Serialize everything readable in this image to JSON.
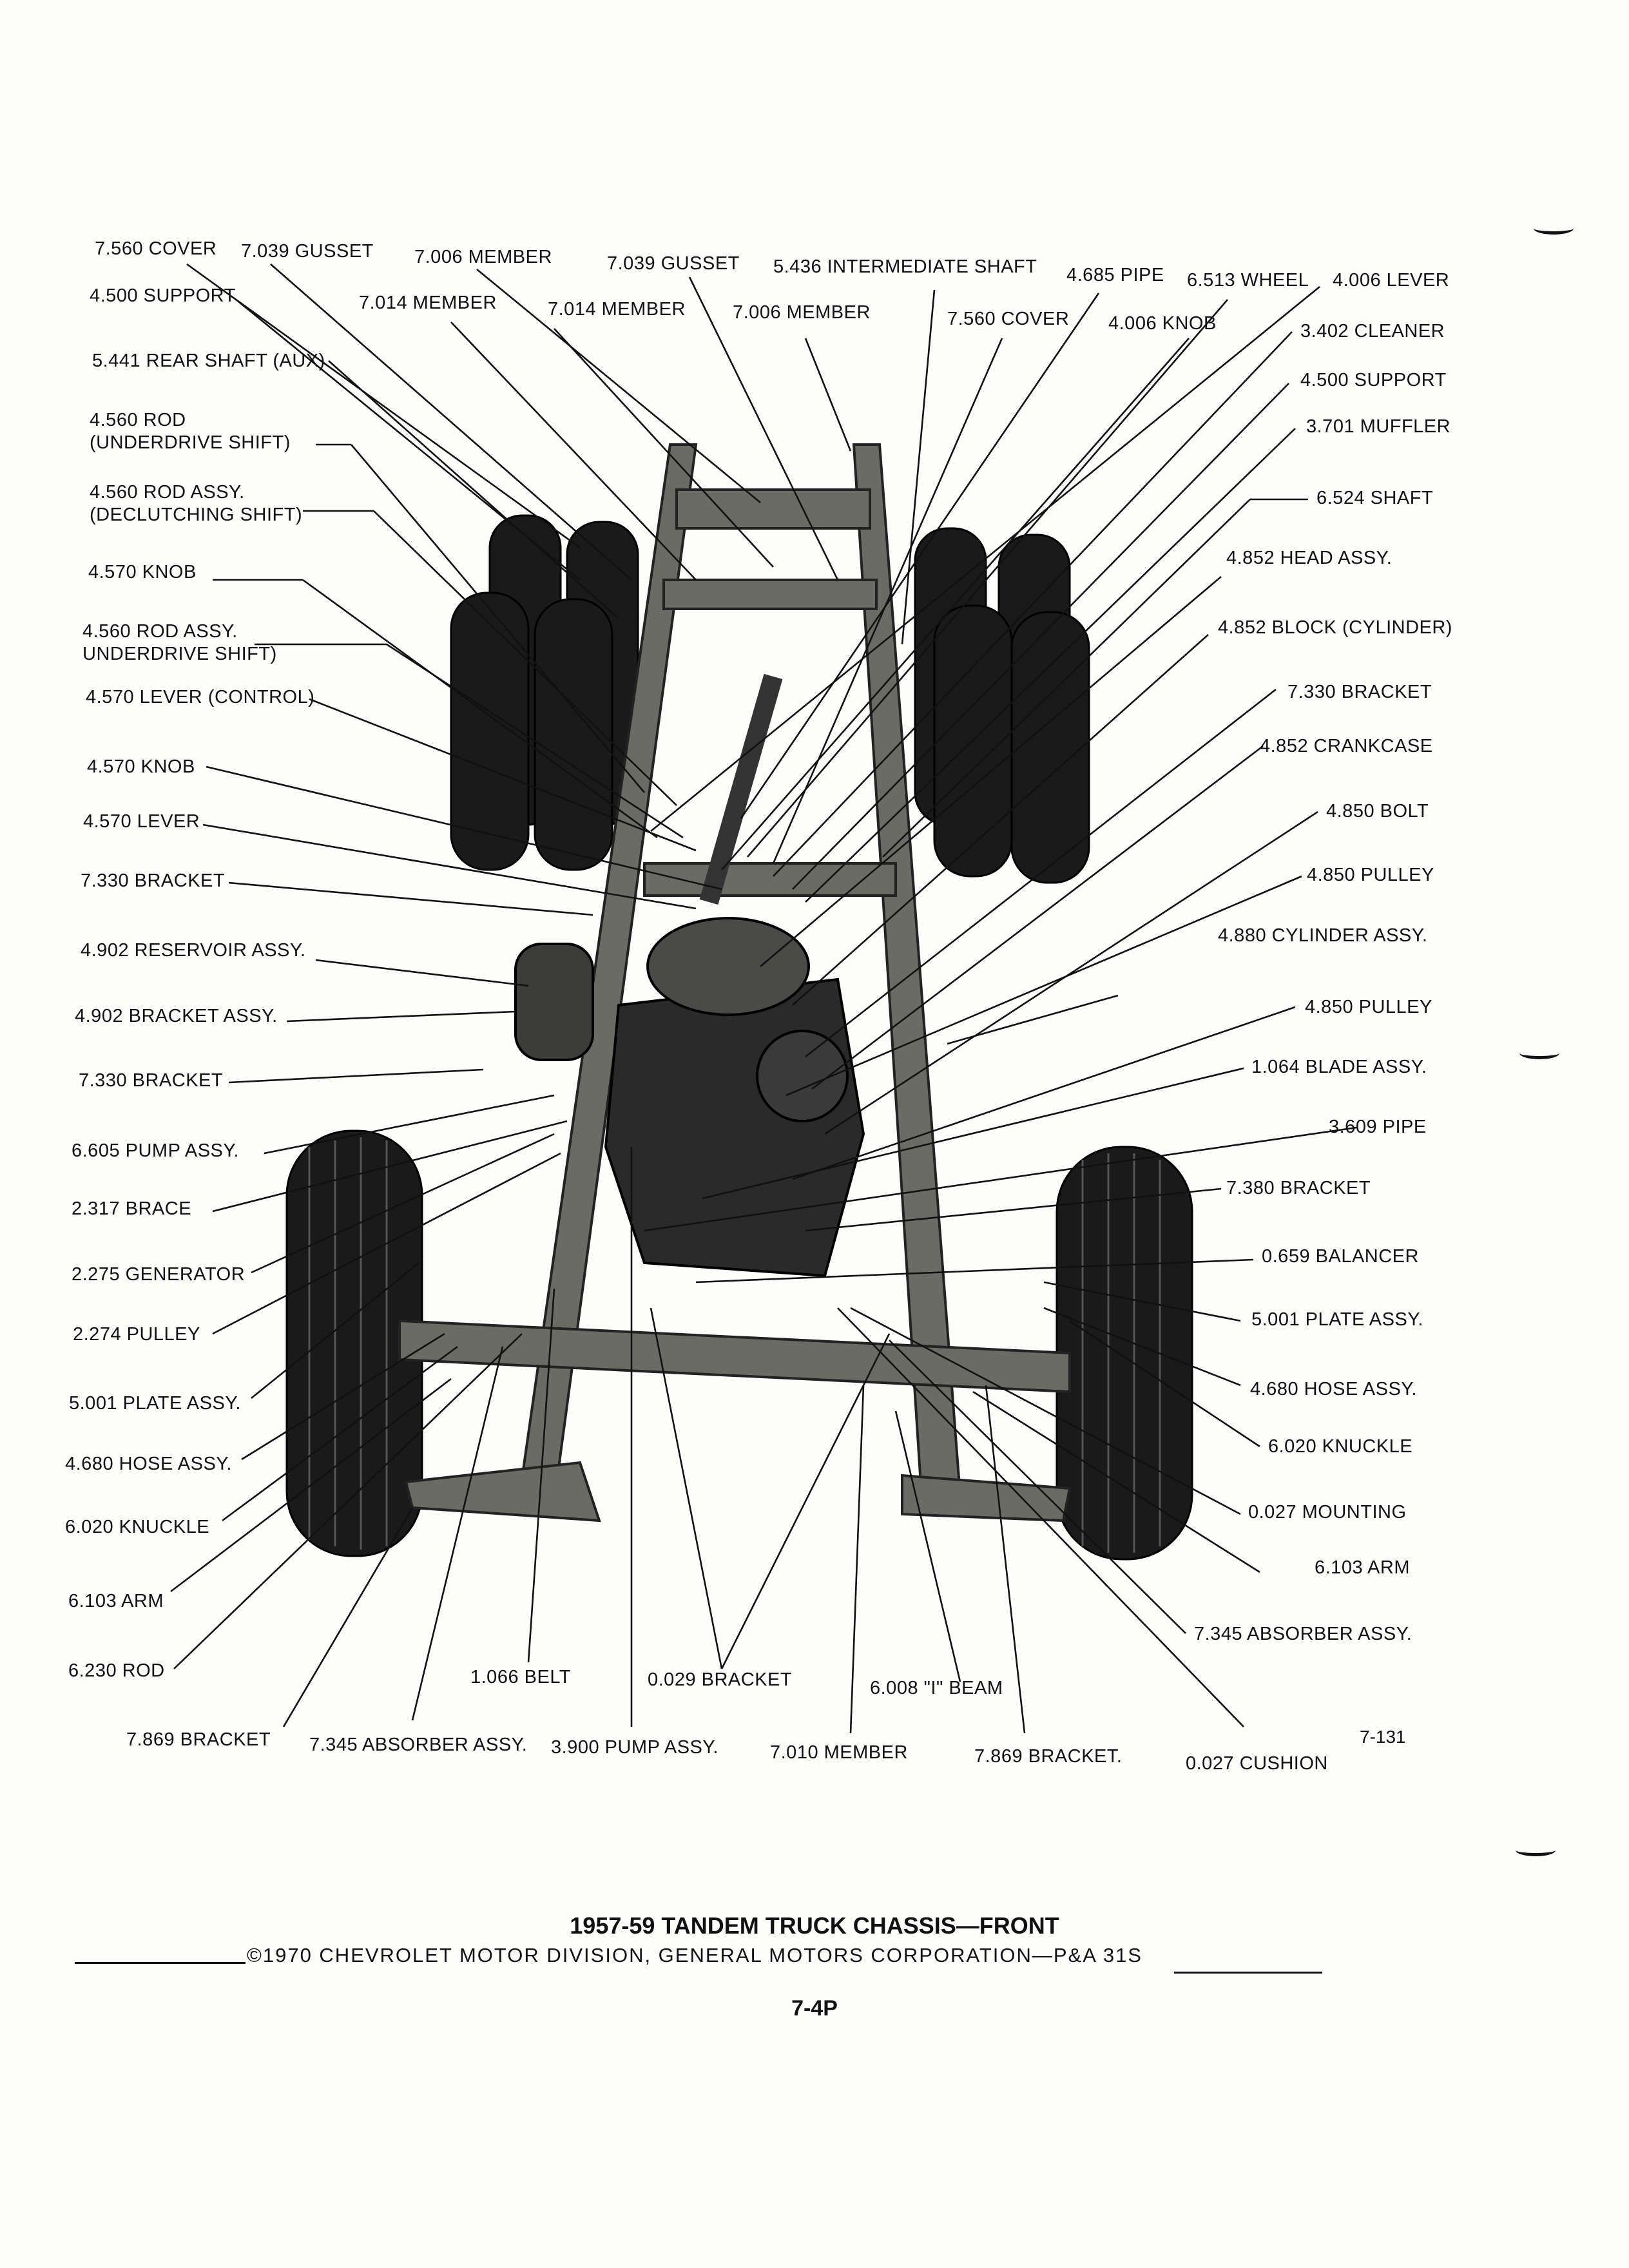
{
  "document": {
    "title": "1957-59 TANDEM TRUCK CHASSIS—FRONT",
    "copyright": "©1970 CHEVROLET MOTOR DIVISION, GENERAL MOTORS CORPORATION—P&A 31S",
    "page_number": "7-4P",
    "figure_number": "7-131"
  },
  "labels": {
    "top": [
      "7.560 COVER",
      "7.039 GUSSET",
      "7.006 MEMBER",
      "7.039 GUSSET",
      "5.436 INTERMEDIATE SHAFT",
      "4.685 PIPE",
      "6.513 WHEEL",
      "4.006 LEVER",
      "7.014 MEMBER",
      "7.014 MEMBER",
      "7.006 MEMBER",
      "7.560 COVER",
      "4.006 KNOB"
    ],
    "left": [
      "4.500 SUPPORT",
      "5.441 REAR SHAFT (AUX)",
      "4.560 ROD\n(UNDERDRIVE SHIFT)",
      "4.560 ROD ASSY.\n(DECLUTCHING SHIFT)",
      "4.570 KNOB",
      "4.560 ROD ASSY.\nUNDERDRIVE SHIFT)",
      "4.570 LEVER (CONTROL)",
      "4.570 KNOB",
      "4.570 LEVER",
      "7.330 BRACKET",
      "4.902 RESERVOIR ASSY.",
      "4.902 BRACKET ASSY.",
      "7.330 BRACKET",
      "6.605 PUMP ASSY.",
      "2.317 BRACE",
      "2.275 GENERATOR",
      "2.274 PULLEY",
      "5.001 PLATE ASSY.",
      "4.680 HOSE ASSY.",
      "6.020 KNUCKLE",
      "6.103 ARM",
      "6.230 ROD"
    ],
    "right": [
      "3.402 CLEANER",
      "4.500 SUPPORT",
      "3.701 MUFFLER",
      "6.524 SHAFT",
      "4.852 HEAD ASSY.",
      "4.852 BLOCK (CYLINDER)",
      "7.330 BRACKET",
      "4.852 CRANKCASE",
      "4.850 BOLT",
      "4.850 PULLEY",
      "4.880 CYLINDER ASSY.",
      "4.850 PULLEY",
      "1.064 BLADE ASSY.",
      "3.609 PIPE",
      "7.380 BRACKET",
      "0.659 BALANCER",
      "5.001 PLATE ASSY.",
      "4.680 HOSE ASSY.",
      "6.020 KNUCKLE",
      "0.027 MOUNTING",
      "6.103 ARM",
      "7.345 ABSORBER ASSY."
    ],
    "bottom": [
      "1.066 BELT",
      "0.029 BRACKET",
      "6.008 \"I\" BEAM",
      "7.869 BRACKET",
      "7.345 ABSORBER ASSY.",
      "3.900 PUMP ASSY.",
      "7.010 MEMBER",
      "7.869 BRACKET.",
      "0.027 CUSHION"
    ]
  }
}
